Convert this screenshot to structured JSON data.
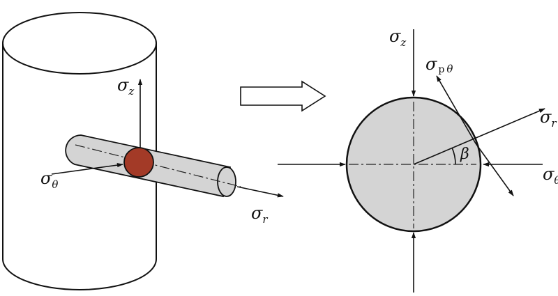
{
  "labels": {
    "sigma_z_left": {
      "main": "σ",
      "sub": "z"
    },
    "sigma_theta_left": {
      "main": "σ",
      "sub": "θ"
    },
    "sigma_r_left": {
      "main": "σ",
      "sub": "r"
    },
    "sigma_z_right": {
      "main": "σ",
      "sub": "z"
    },
    "sigma_p_theta": {
      "main": "σ",
      "sub_p": "p",
      "sub": "θ"
    },
    "sigma_r_right": {
      "main": "σ",
      "sub": "r"
    },
    "sigma_theta_right": {
      "main": "σ",
      "sub": "θ"
    },
    "beta": "β"
  },
  "colors": {
    "rod_fill": "#d4d4d4",
    "section_fill": "#a33a27",
    "circle_fill": "#d4d4d4",
    "line": "#111111"
  }
}
